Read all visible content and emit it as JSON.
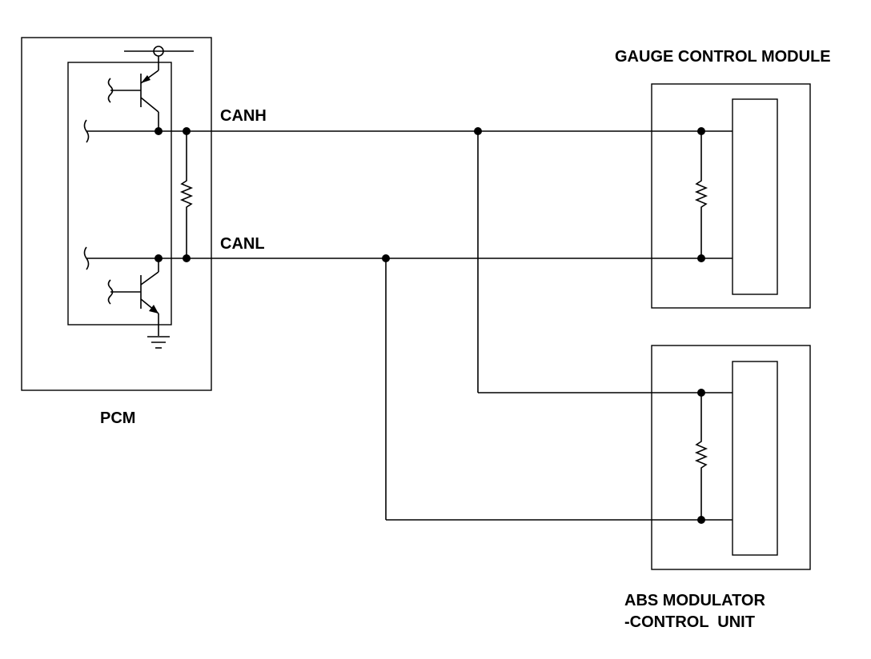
{
  "labels": {
    "canh": "CANH",
    "canl": "CANL",
    "pcm": "PCM",
    "gauge": "GAUGE CONTROL MODULE",
    "abs_line1": "ABS MODULATOR",
    "abs_line2": "-CONTROL  UNIT"
  },
  "colors": {
    "ink": "#000000",
    "background": "#ffffff"
  }
}
